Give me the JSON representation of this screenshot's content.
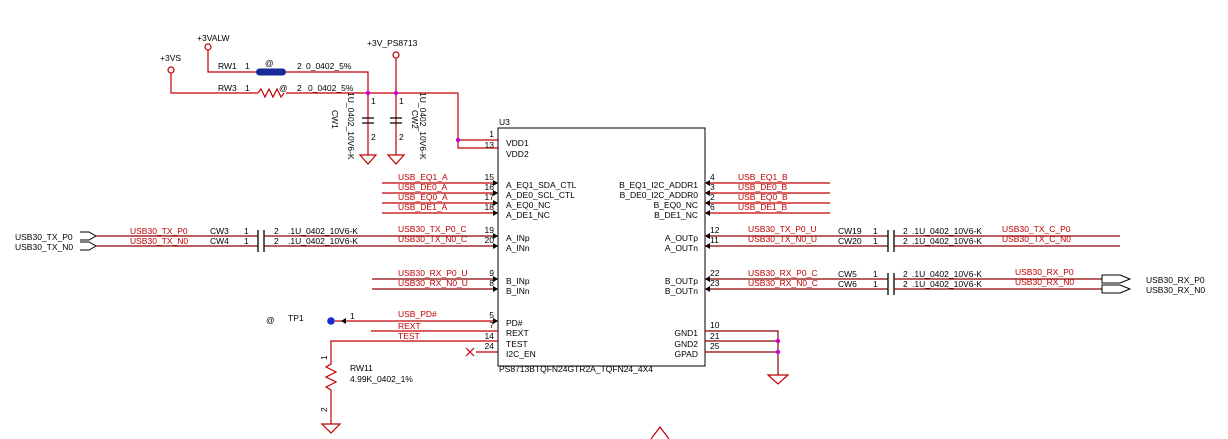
{
  "power": {
    "vs": "+3VS",
    "valw": "+3VALW",
    "ps8713": "+3V_PS8713"
  },
  "rw1": {
    "ref": "RW1",
    "pin1": "1",
    "pin2": "2",
    "value": "0_0402_5%",
    "at": "@"
  },
  "rw3": {
    "ref": "RW3",
    "pin1": "1",
    "pin2": "2",
    "value": "0_0402_5%",
    "at": "@"
  },
  "cw1": {
    "ref": "CW1",
    "value": "1U_0402_10V6-K",
    "pin1": "1",
    "pin2": "2"
  },
  "cw2": {
    "ref": "CW2",
    "value": "1U_0402_10V6-K",
    "pin1": "1",
    "pin2": "2"
  },
  "chip": {
    "ref": "U3",
    "part": "PS8713BTQFN24GTR2A_TQFN24_4X4",
    "left_pins": [
      {
        "num": "1",
        "name": "VDD1"
      },
      {
        "num": "13",
        "name": "VDD2"
      },
      {
        "num": "15",
        "name": "A_EQ1_SDA_CTL"
      },
      {
        "num": "16",
        "name": "A_DE0_SCL_CTL"
      },
      {
        "num": "17",
        "name": "A_EQ0_NC"
      },
      {
        "num": "18",
        "name": "A_DE1_NC"
      },
      {
        "num": "19",
        "name": "A_INp"
      },
      {
        "num": "20",
        "name": "A_INn"
      },
      {
        "num": "9",
        "name": "B_INp"
      },
      {
        "num": "8",
        "name": "B_INn"
      },
      {
        "num": "5",
        "name": "PD#"
      },
      {
        "num": "7",
        "name": "REXT"
      },
      {
        "num": "14",
        "name": "TEST"
      },
      {
        "num": "24",
        "name": "I2C_EN"
      }
    ],
    "right_pins": [
      {
        "num": "4",
        "name": "B_EQ1_I2C_ADDR1"
      },
      {
        "num": "3",
        "name": "B_DE0_I2C_ADDR0"
      },
      {
        "num": "2",
        "name": "B_EQ0_NC"
      },
      {
        "num": "6",
        "name": "B_DE1_NC"
      },
      {
        "num": "12",
        "name": "A_OUTp"
      },
      {
        "num": "11",
        "name": "A_OUTn"
      },
      {
        "num": "22",
        "name": "B_OUTp"
      },
      {
        "num": "23",
        "name": "B_OUTn"
      },
      {
        "num": "10",
        "name": "GND1"
      },
      {
        "num": "21",
        "name": "GND2"
      },
      {
        "num": "25",
        "name": "GPAD"
      }
    ]
  },
  "nets_left": [
    "USB_EQ1_A",
    "USB_DE0_A",
    "USB_EQ0_A",
    "USB_DE1_A"
  ],
  "nets_right": [
    "USB_EQ1_B",
    "USB_DE0_B",
    "USB_EQ0_B",
    "USB_DE1_B"
  ],
  "tx_in": {
    "port_p": "USB30_TX_P0",
    "port_n": "USB30_TX_N0",
    "net_p": "USB30_TX_P0",
    "net_n": "USB30_TX_N0",
    "cap_p": {
      "ref": "CW3",
      "pin1": "1",
      "pin2": "2",
      "value": ".1U_0402_10V6-K"
    },
    "cap_n": {
      "ref": "CW4",
      "pin1": "1",
      "pin2": "2",
      "value": ".1U_0402_10V6-K"
    },
    "net_cp": "USB30_TX_P0_C",
    "net_cn": "USB30_TX_N0_C"
  },
  "rx_in": {
    "net_p": "USB30_RX_P0_U",
    "net_n": "USB30_RX_N0_U"
  },
  "tx_out": {
    "net_up": "USB30_TX_P0_U",
    "net_un": "USB30_TX_N0_U",
    "cap_p": {
      "ref": "CW19",
      "pin1": "1",
      "pin2": "2",
      "value": ".1U_0402_10V6-K"
    },
    "cap_n": {
      "ref": "CW20",
      "pin1": "1",
      "pin2": "2",
      "value": ".1U_0402_10V6-K"
    },
    "net_cp": "USB30_TX_C_P0",
    "net_cn": "USB30_TX_C_N0"
  },
  "rx_out": {
    "net_cp": "USB30_RX_P0_C",
    "net_cn": "USB30_RX_N0_C",
    "cap_p": {
      "ref": "CW5",
      "pin1": "1",
      "pin2": "2",
      "value": ".1U_0402_10V6-K"
    },
    "cap_n": {
      "ref": "CW6",
      "pin1": "1",
      "pin2": "2",
      "value": ".1U_0402_10V6-K"
    },
    "net_p": "USB30_RX_P0",
    "net_n": "USB30_RX_N0",
    "port_p": "USB30_RX_P0",
    "port_n": "USB30_RX_N0"
  },
  "pd": {
    "net": "USB_PD#",
    "tp_ref": "TP1",
    "tp_pin": "1",
    "at": "@"
  },
  "rext_net": "REXT",
  "test_net": "TEST",
  "rw11": {
    "ref": "RW11",
    "value": "4.99K_0402_1%",
    "pin1": "1",
    "pin2": "2"
  }
}
